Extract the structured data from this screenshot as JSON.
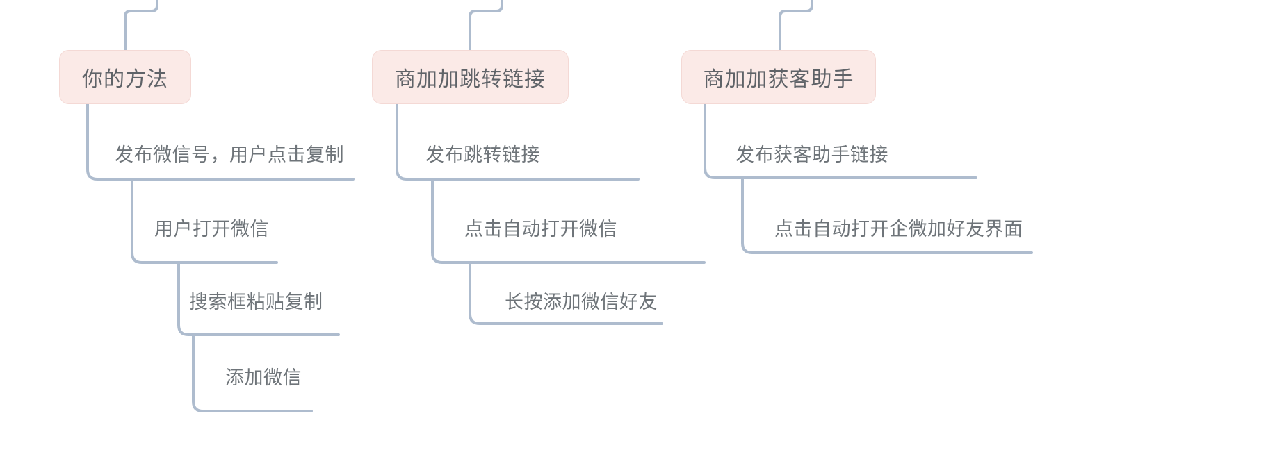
{
  "diagram": {
    "type": "flow-tree",
    "title_visible": false,
    "colors": {
      "node_fill": "#FBEAE7",
      "node_border": "#F4D9D5",
      "node_text": "#5F6368",
      "connector": "#AEBCCE",
      "label_text": "#6E7479",
      "background": "#FFFFFF"
    },
    "branches": [
      {
        "id": "branch-1",
        "node_label": "你的方法",
        "steps": [
          {
            "label": "发布微信号，用户点击复制"
          },
          {
            "label": "用户打开微信"
          },
          {
            "label": "搜索框粘贴复制"
          },
          {
            "label": "添加微信"
          }
        ]
      },
      {
        "id": "branch-2",
        "node_label": "商加加跳转链接",
        "steps": [
          {
            "label": "发布跳转链接"
          },
          {
            "label": "点击自动打开微信"
          },
          {
            "label": "长按添加微信好友"
          }
        ]
      },
      {
        "id": "branch-3",
        "node_label": "商加加获客助手",
        "steps": [
          {
            "label": "发布获客助手链接"
          },
          {
            "label": "点击自动打开企微加好友界面"
          }
        ]
      }
    ]
  }
}
